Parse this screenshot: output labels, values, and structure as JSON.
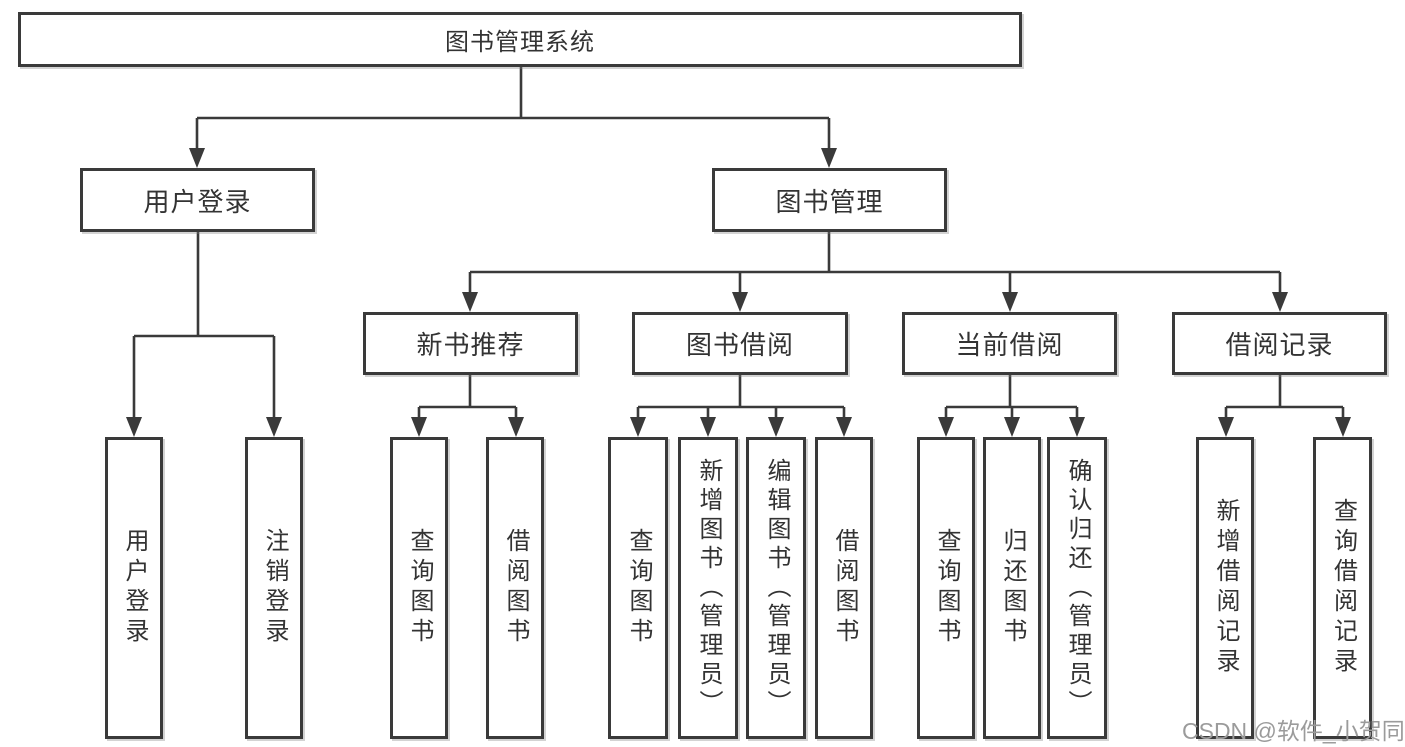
{
  "diagram": {
    "type": "tree",
    "nodes": {
      "root": {
        "label": "图书管理系统",
        "level": 1
      },
      "user_login": {
        "label": "用户登录",
        "level": 2
      },
      "book_mgmt": {
        "label": "图书管理",
        "level": 2
      },
      "login": {
        "label": "用户登录",
        "level": 3
      },
      "logout": {
        "label": "注销登录",
        "level": 3
      },
      "new_book_rec": {
        "label": "新书推荐",
        "level": 3
      },
      "book_borrow": {
        "label": "图书借阅",
        "level": 3
      },
      "current_borrow": {
        "label": "当前借阅",
        "level": 3
      },
      "borrow_records": {
        "label": "借阅记录",
        "level": 3
      },
      "rec_query_book": {
        "label": "查询图书",
        "level": 4
      },
      "rec_borrow_book": {
        "label": "借阅图书",
        "level": 4
      },
      "bb_query_book": {
        "label": "查询图书",
        "level": 4
      },
      "bb_add_book": {
        "label": "新增图书（管理员）",
        "level": 4
      },
      "bb_edit_book": {
        "label": "编辑图书（管理员）",
        "level": 4
      },
      "bb_borrow_book": {
        "label": "借阅图书",
        "level": 4
      },
      "cb_query_book": {
        "label": "查询图书",
        "level": 4
      },
      "cb_return_book": {
        "label": "归还图书",
        "level": 4
      },
      "cb_confirm": {
        "label": "确认归还（管理员）",
        "level": 4
      },
      "br_add_record": {
        "label": "新增借阅记录",
        "level": 4
      },
      "br_query_record": {
        "label": "查询借阅记录",
        "level": 4
      }
    },
    "edges": [
      [
        "root",
        "user_login"
      ],
      [
        "root",
        "book_mgmt"
      ],
      [
        "user_login",
        "login"
      ],
      [
        "user_login",
        "logout"
      ],
      [
        "book_mgmt",
        "new_book_rec"
      ],
      [
        "book_mgmt",
        "book_borrow"
      ],
      [
        "book_mgmt",
        "current_borrow"
      ],
      [
        "book_mgmt",
        "borrow_records"
      ],
      [
        "new_book_rec",
        "rec_query_book"
      ],
      [
        "new_book_rec",
        "rec_borrow_book"
      ],
      [
        "book_borrow",
        "bb_query_book"
      ],
      [
        "book_borrow",
        "bb_add_book"
      ],
      [
        "book_borrow",
        "bb_edit_book"
      ],
      [
        "book_borrow",
        "bb_borrow_book"
      ],
      [
        "current_borrow",
        "cb_query_book"
      ],
      [
        "current_borrow",
        "cb_return_book"
      ],
      [
        "current_borrow",
        "cb_confirm"
      ],
      [
        "borrow_records",
        "br_add_record"
      ],
      [
        "borrow_records",
        "br_query_record"
      ]
    ]
  },
  "watermark": {
    "text": "CSDN @软件_小贺同学"
  },
  "colors": {
    "line": "#3a3a3a",
    "text": "#333333",
    "background": "#ffffff",
    "watermark": "#9b9b9b"
  }
}
